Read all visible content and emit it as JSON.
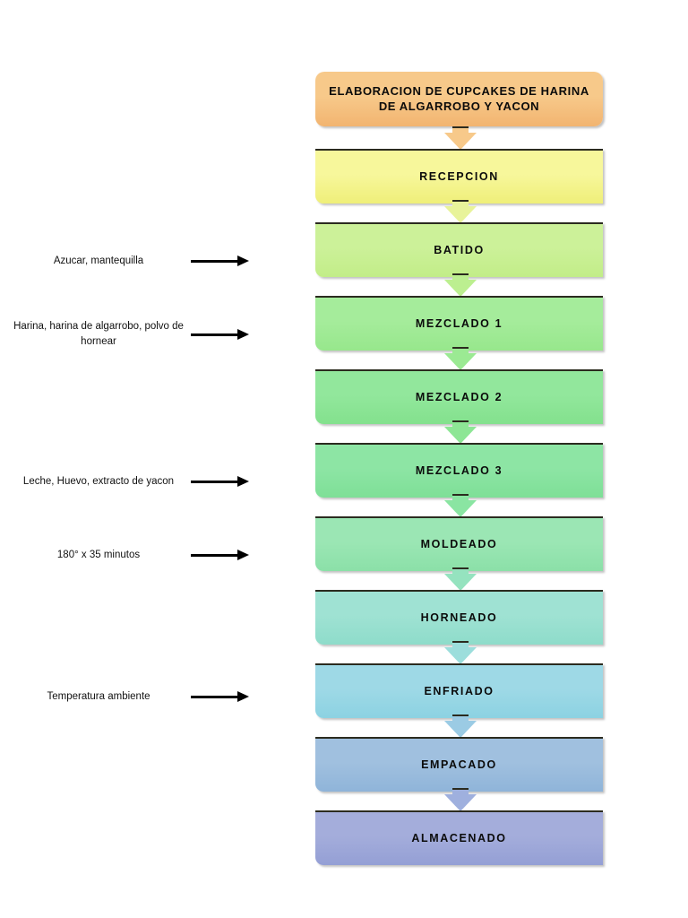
{
  "diagram": {
    "title": "ELABORACION DE CUPCAKES DE HARINA DE ALGARROBO Y YACON",
    "type": "process-flowchart",
    "language": "es",
    "title_box": {
      "label": "ELABORACION DE CUPCAKES DE HARINA DE ALGARROBO Y YACON",
      "color": "#F7C98A",
      "color_end": "#F2B470"
    },
    "steps": [
      {
        "label": "RECEPCION",
        "color": "#F7F79B",
        "color_end": "#EFEF79",
        "arrow_color": "#F7C98A"
      },
      {
        "label": "BATIDO",
        "color": "#CCF199",
        "color_end": "#C2ED88",
        "arrow_color": "#E8F39A"
      },
      {
        "label": "MEZCLADO 1",
        "color": "#A5EC9B",
        "color_end": "#97E78C",
        "arrow_color": "#BCEF90"
      },
      {
        "label": "MEZCLADO 2",
        "color": "#92E79C",
        "color_end": "#83E18D",
        "arrow_color": "#9BEA93"
      },
      {
        "label": "MEZCLADO 3",
        "color": "#8DE5A4",
        "color_end": "#7EDF97",
        "arrow_color": "#8DE695"
      },
      {
        "label": "MOLDEADO",
        "color": "#9BE6B4",
        "color_end": "#8BE0A8",
        "arrow_color": "#8AE5A2"
      },
      {
        "label": "HORNEADO",
        "color": "#9FE2D3",
        "color_end": "#8EDCCA",
        "arrow_color": "#95E3BF"
      },
      {
        "label": "ENFRIADO",
        "color": "#9ED9E6",
        "color_end": "#8CD2E2",
        "arrow_color": "#9CDEDC"
      },
      {
        "label": "EMPACADO",
        "color": "#A0C0DF",
        "color_end": "#8FB4D9",
        "arrow_color": "#9BCBE4"
      },
      {
        "label": "ALMACENADO",
        "color": "#A4ADDB",
        "color_end": "#949FD5",
        "arrow_color": "#9FB0DE"
      }
    ],
    "inputs": [
      {
        "text": "Azucar, mantequilla",
        "target": "BATIDO"
      },
      {
        "text": "Harina, harina de algarrobo, polvo de hornear",
        "target": "MEZCLADO 1"
      },
      {
        "text": "Leche, Huevo, extracto de yacon",
        "target": "MEZCLADO 3"
      },
      {
        "text": "180° x 35 minutos",
        "target": "HORNEADO"
      },
      {
        "text": "Temperatura ambiente",
        "target": "ENFRIADO"
      }
    ]
  }
}
